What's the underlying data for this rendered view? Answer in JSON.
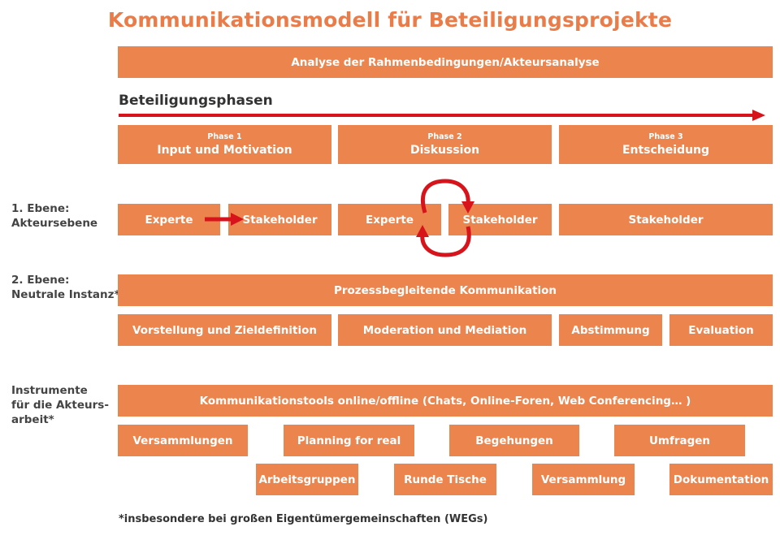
{
  "title": "Kommunikationsmodell für Beteiligungsprojekte",
  "analysis_bar": "Analyse der Rahmenbedingungen/Akteursanalyse",
  "phases_label": "Beteiligungsphasen",
  "phases": [
    {
      "small": "Phase 1",
      "label": "Input und Motivation"
    },
    {
      "small": "Phase 2",
      "label": "Diskussion"
    },
    {
      "small": "Phase 3",
      "label": "Entscheidung"
    }
  ],
  "levels": {
    "level1": [
      "1. Ebene:",
      "Akteursebene"
    ],
    "level2": [
      "2. Ebene:",
      "Neutrale Instanz*"
    ],
    "instruments": [
      "Instrumente",
      "für die Akteurs-",
      "arbeit*"
    ]
  },
  "actors": {
    "p1_expert": "Experte",
    "p1_stakeholder": "Stakeholder",
    "p2_expert": "Experte",
    "p2_stakeholder": "Stakeholder",
    "p3_stakeholder": "Stakeholder"
  },
  "neutral": {
    "process": "Prozessbegleitende Kommunikation",
    "items": [
      "Vorstellung und Zieldefinition",
      "Moderation und Mediation",
      "Abstimmung",
      "Evaluation"
    ]
  },
  "instruments": {
    "tools": "Kommunikationstools online/offline (Chats, Online-Foren, Web Conferencing… )",
    "row1": [
      "Versammlungen",
      "Planning for real",
      "Begehungen",
      "Umfragen"
    ],
    "row2": [
      "Arbeitsgruppen",
      "Runde Tische",
      "Versammlung",
      "Dokumentation"
    ]
  },
  "footnote": "*insbesondere bei großen Eigentümergemeinschaften (WEGs)",
  "colors": {
    "box": "#ec844e",
    "title": "#ea7c4a",
    "arrow": "#d7141b"
  }
}
